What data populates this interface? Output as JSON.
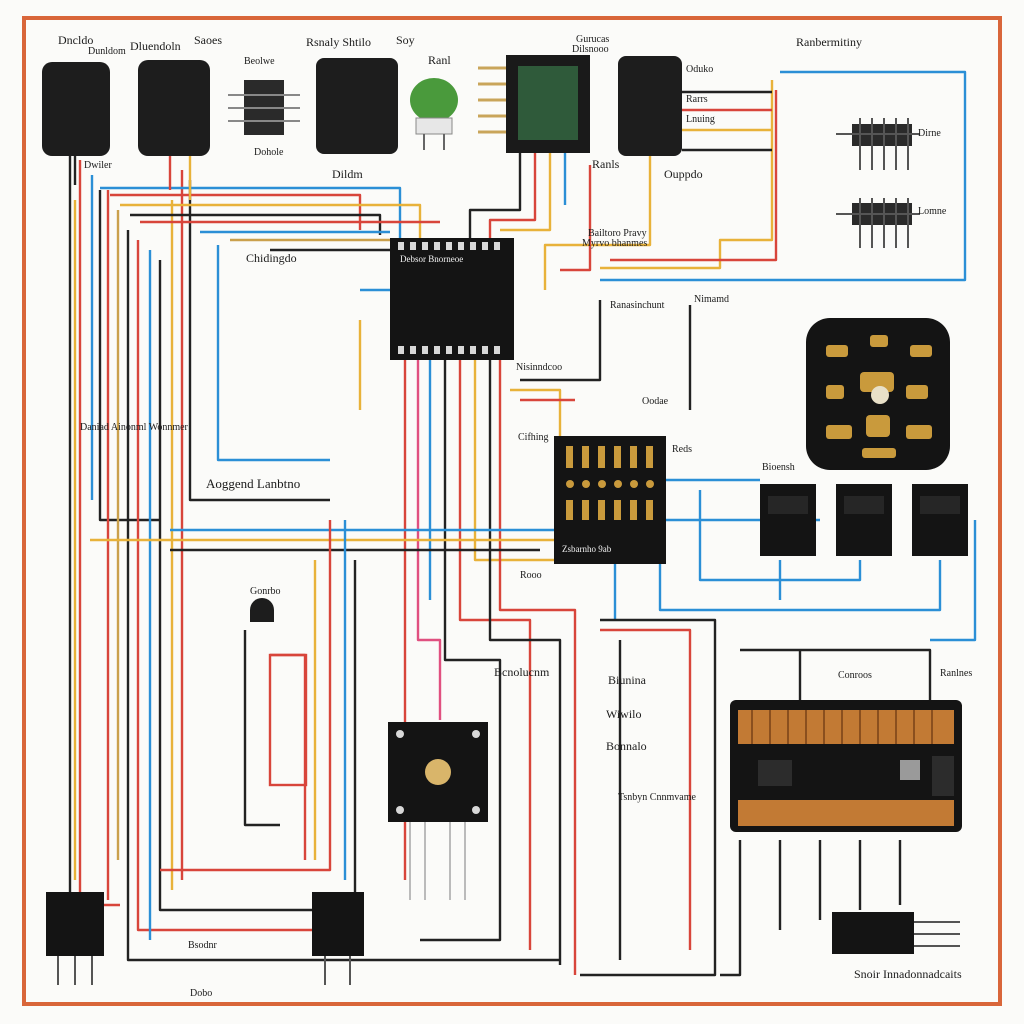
{
  "diagram": {
    "labels": {
      "top_1": "Dncldo",
      "top_2": "Dunldom",
      "top_3": "Dluendoln",
      "top_4": "Saoes",
      "top_5": "Beolwe",
      "top_6": "Rsnaly Shtilo",
      "top_7": "Soy",
      "top_8": "Ranl",
      "top_9": "Gurucas",
      "top_10": "Dilsnooo",
      "top_11": "Ranbermitiny",
      "side_1": "Dwiler",
      "side_2": "Dohole",
      "side_3": "Dildm",
      "side_4": "Oduko",
      "side_5": "Rarrs",
      "side_6": "Lnuing",
      "side_7": "Ranls",
      "side_8": "Ouppdo",
      "side_9": "Dirne",
      "side_10": "Lomne",
      "mid_1": "Chidingdo",
      "mid_2": "Bailtoro Pravy",
      "mid_3": "Myrvo bhanmes",
      "mid_4": "Ranasinchunt",
      "mid_5": "Nimamd",
      "mid_6": "Nisinndcoo",
      "mid_7": "Oodae",
      "mid_8": "Aoggend Lanbtno",
      "mid_9": "Daniad Ainonml Wonnmer",
      "mid_10": "Cifhing",
      "mid_11": "Bioensh",
      "mid_12": "Reds",
      "low_1": "Gonrbo",
      "low_2": "Bcnolucnm",
      "low_3": "Biunina",
      "low_4": "Wiwilo",
      "low_5": "Bonnalo",
      "low_6": "Tsnbyn Cnnmvame",
      "low_7": "Conroos",
      "low_8": "Ranlnes",
      "low_9": "Rooo",
      "bottom_1": "Bsodnr",
      "bottom_2": "Dobo",
      "bottom_3": "Snoir Innadonnadcaits",
      "chip_main": "Debsor Bnorneoe",
      "chip_mid": "Zsbarnho 9ab"
    }
  }
}
